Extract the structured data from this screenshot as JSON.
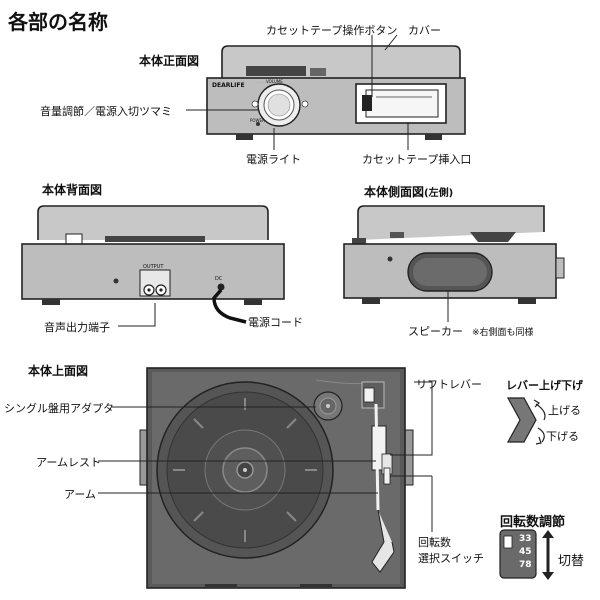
{
  "title": "各部の名称",
  "sections": {
    "front": "本体正面図",
    "back": "本体背面図",
    "side": "本体側面図",
    "side_note": "(左側)",
    "top": "本体上面図"
  },
  "labels": {
    "cassette_button": "カセットテープ操作ボタン",
    "cover": "カバー",
    "volume_knob": "音量調節／電源入切ツマミ",
    "power_light": "電源ライト",
    "cassette_slot": "カセットテープ挿入口",
    "audio_out": "音声出力端子",
    "power_cord": "電源コード",
    "speaker": "スピーカー",
    "speaker_note": "※右側面も同様",
    "single_adapter": "シングル盤用アダプタ",
    "arm_rest": "アームレスト",
    "arm": "アーム",
    "lift_lever": "リフトレバー",
    "speed_switch_1": "回転数",
    "speed_switch_2": "選択スイッチ"
  },
  "front_panel": {
    "brand": "DEARLIFE",
    "vol_word": "VOLUME",
    "power_word": "POWER"
  },
  "back_panel": {
    "out_word": "OUTPUT",
    "dc_word": "DC"
  },
  "lever_box": {
    "title": "レバー上げ下げ",
    "up": "上げる",
    "down": "下げる"
  },
  "speed_box": {
    "title": "回転数調節",
    "speeds": [
      "33",
      "45",
      "78"
    ],
    "switch_label": "切替"
  }
}
